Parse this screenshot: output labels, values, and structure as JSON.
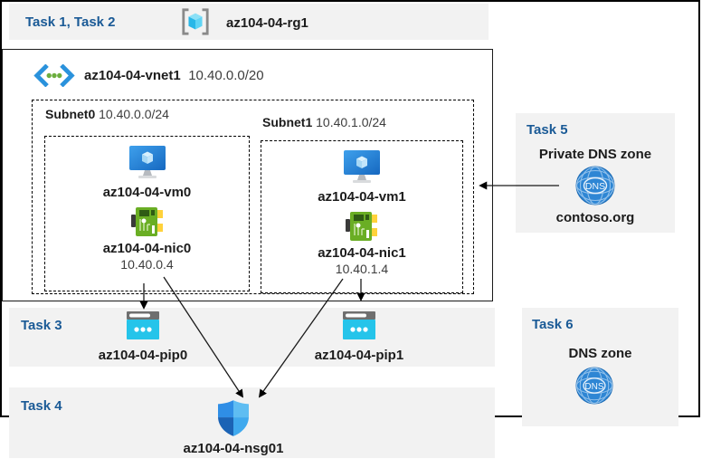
{
  "colors": {
    "accent_blue": "#1a5a96",
    "panel_gray": "#f2f2f2",
    "pip_cyan": "#25c4ea",
    "nic_green": "#6aae24",
    "dns_blue": "#2e86d4",
    "shield_blue": "#2f8ee6"
  },
  "header": {
    "tasks_label": "Task 1, Task 2",
    "resource_group": "az104-04-rg1",
    "resource_group_icon": "resource-group-icon"
  },
  "vnet": {
    "name": "az104-04-vnet1",
    "cidr": "10.40.0.0/20",
    "icon": "virtual-network-icon",
    "subnets": [
      {
        "name": "Subnet0",
        "cidr": "10.40.0.0/24",
        "vm": "az104-04-vm0",
        "nic": "az104-04-nic0",
        "ip": "10.40.0.4"
      },
      {
        "name": "Subnet1",
        "cidr": "10.40.1.0/24",
        "vm": "az104-04-vm1",
        "nic": "az104-04-nic1",
        "ip": "10.40.1.4"
      }
    ]
  },
  "panels": {
    "task5": {
      "label": "Task 5",
      "title": "Private DNS zone",
      "zone": "contoso.org",
      "icon": "dns-globe-icon"
    },
    "task3": {
      "label": "Task 3",
      "pips": [
        "az104-04-pip0",
        "az104-04-pip1"
      ],
      "icon": "public-ip-icon"
    },
    "task4": {
      "label": "Task 4",
      "nsg": "az104-04-nsg01",
      "icon": "nsg-shield-icon"
    },
    "task6": {
      "label": "Task 6",
      "title": "DNS zone",
      "icon": "dns-globe-icon"
    }
  }
}
